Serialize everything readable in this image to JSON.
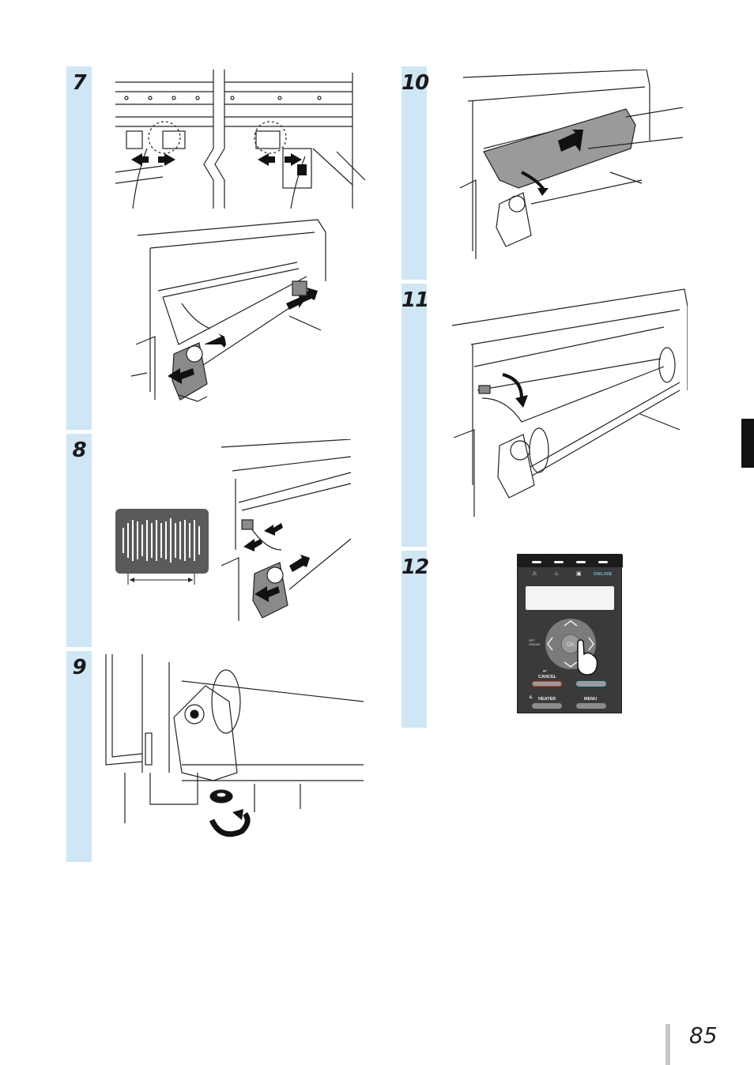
{
  "steps": [
    {
      "number": "7"
    },
    {
      "number": "8"
    },
    {
      "number": "9"
    },
    {
      "number": "10"
    },
    {
      "number": "11"
    },
    {
      "number": "12"
    }
  ],
  "panel": {
    "online": "ONLINE",
    "set_origin": "SET\nORIGIN",
    "ok": "OK",
    "cancel": "CANCEL",
    "heater": "HEATER",
    "menu": "MENU"
  },
  "page_number": "85",
  "colors": {
    "step_bar": "#cfe6f5",
    "side_tab": "#111111",
    "panel_bg": "#3a3a3a",
    "cancel_outline": "#d9432f",
    "enter_outline": "#5ab8cf"
  }
}
